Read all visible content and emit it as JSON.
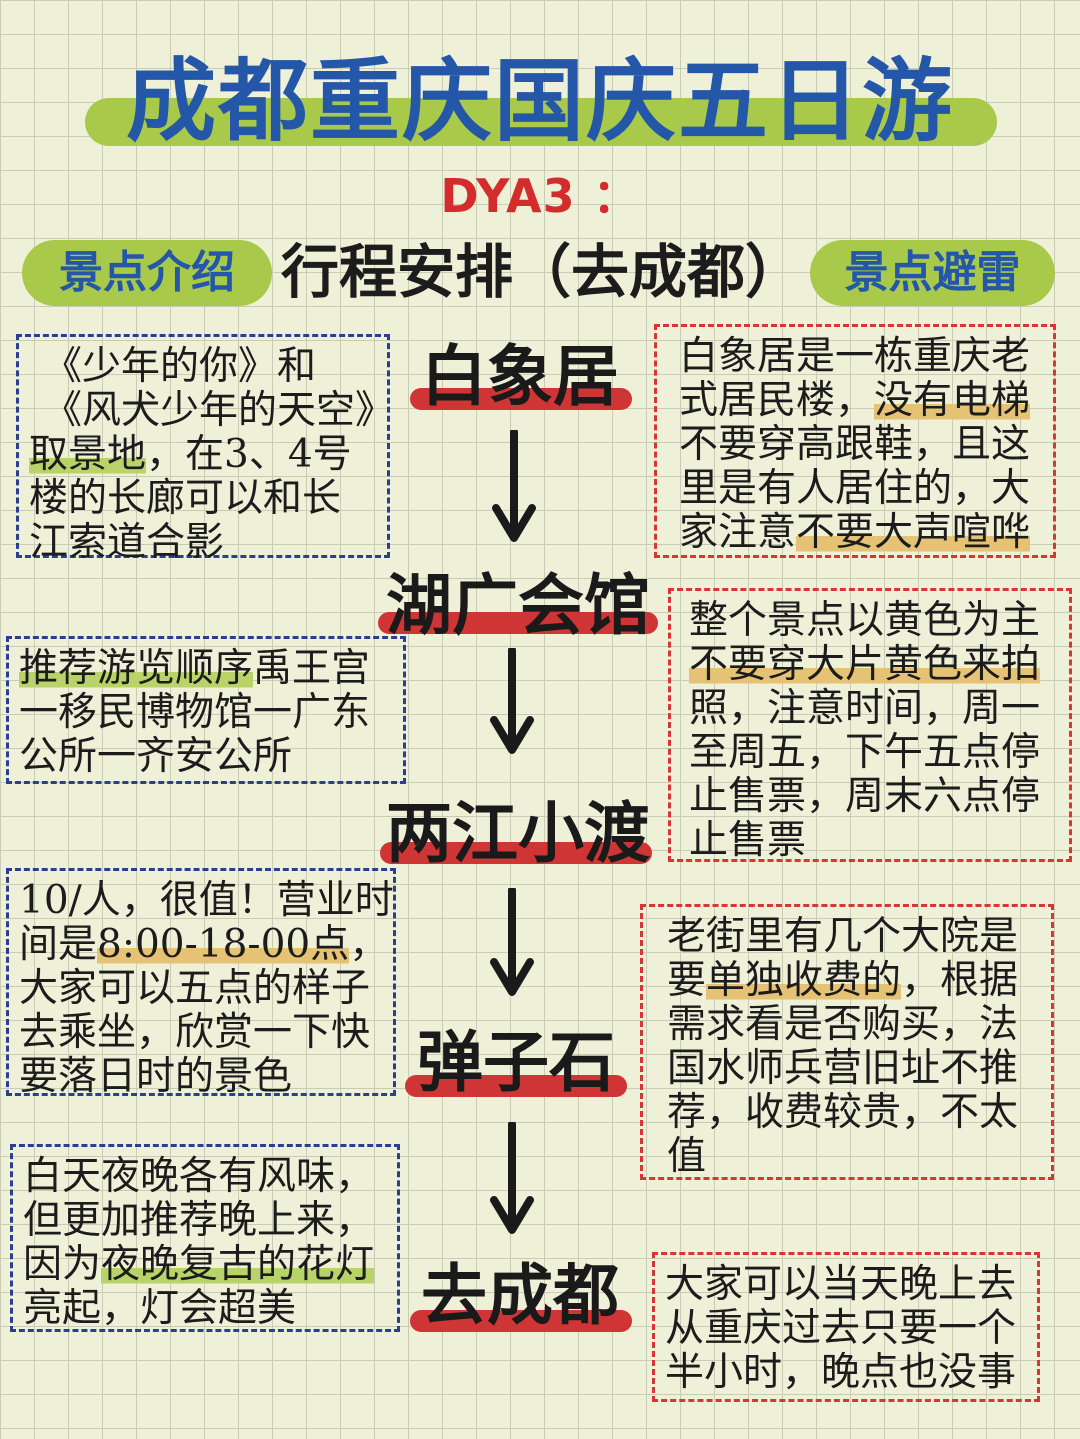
{
  "title": "成都重庆国庆五日游",
  "day_label": "DYA3 ：",
  "left_pill": "景点介绍",
  "header": "行程安排（去成都）",
  "right_pill": "景点避雷",
  "stops": [
    "白象居",
    "湖广会馆",
    "两江小渡",
    "弹子石",
    "去成都"
  ],
  "intro_boxes": [
    {
      "lines": [
        [
          "《少年的你》和"
        ],
        [
          "《风犬少年的天空》"
        ],
        [
          "取景地",
          "，在3、4号"
        ],
        [
          "楼的长廊可以和长"
        ],
        [
          "江索道合影"
        ]
      ]
    },
    {
      "lines": [
        [
          "推荐游览顺序",
          "禹王宫"
        ],
        [
          "一移民博物馆一广东"
        ],
        [
          "公所一齐安公所"
        ]
      ]
    },
    {
      "lines": [
        [
          "10/人，很值！营业时"
        ],
        [
          "间是",
          "8:00-18-00点",
          "，"
        ],
        [
          "大家可以五点的样子"
        ],
        [
          "去乘坐，欣赏一下快"
        ],
        [
          "要落日时的景色"
        ]
      ]
    },
    {
      "lines": [
        [
          "白天夜晚各有风味，"
        ],
        [
          "但更加推荐晚上来，"
        ],
        [
          "因为",
          "夜晚复古的花灯"
        ],
        [
          "亮起，灯会超美"
        ]
      ]
    }
  ],
  "tip_boxes": [
    {
      "lines": [
        [
          "白象居是一栋重庆老"
        ],
        [
          "式居民楼，",
          "没有电梯"
        ],
        [
          "不要穿高跟鞋，且这"
        ],
        [
          "里是有人居住的，大"
        ],
        [
          "家注意",
          "不要大声喧哗"
        ]
      ]
    },
    {
      "lines": [
        [
          "整个景点以黄色为主"
        ],
        [
          "不要穿大片黄色来拍"
        ],
        [
          "照，注意时间，周一"
        ],
        [
          "至周五，下午五点停"
        ],
        [
          "止售票，周末六点停"
        ],
        [
          "止售票"
        ]
      ]
    },
    {
      "lines": [
        [
          "老街里有几个大院是"
        ],
        [
          "要",
          "单独收费的",
          "，根据"
        ],
        [
          "需求看是否购买，法"
        ],
        [
          "国水师兵营旧址不推"
        ],
        [
          "荐，收费较贵，不太"
        ],
        [
          "值"
        ]
      ]
    },
    {
      "lines": [
        [
          "大家可以当天晚上去"
        ],
        [
          "从重庆过去只要一个"
        ],
        [
          "半小时，晚点也没事"
        ]
      ]
    }
  ],
  "colors": {
    "background": "#eef0d8",
    "title_blue": "#2457a8",
    "pill_green": "#a9c94a",
    "stop_red": "#cf3535",
    "day_red": "#d42c2c",
    "intro_border": "#2b3f92",
    "tip_border": "#d83535"
  }
}
